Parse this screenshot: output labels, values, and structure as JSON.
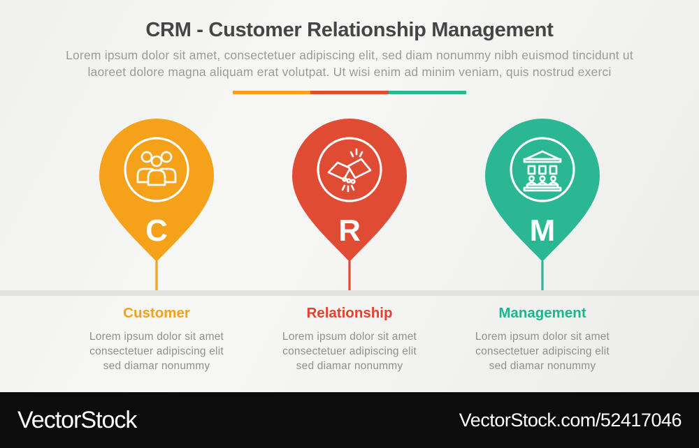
{
  "header": {
    "title": "CRM - Customer Relationship Management",
    "subtitle_line1": "Lorem ipsum dolor sit amet, consectetuer adipiscing elit, sed diam nonummy nibh euismod tincidunt ut",
    "subtitle_line2": "laoreet dolore magna aliquam erat volutpat. Ut wisi enim ad minim veniam, quis nostrud exerci",
    "divider_colors": [
      "#F5A11A",
      "#E04B33",
      "#2BB794"
    ]
  },
  "items": [
    {
      "letter": "C",
      "label": "Customer",
      "icon": "people-group-icon",
      "color": "#F5A11A",
      "description_lines": [
        "Lorem ipsum dolor sit amet",
        "consectetuer adipiscing elit",
        "sed diamar nonummy"
      ]
    },
    {
      "letter": "R",
      "label": "Relationship",
      "icon": "handshake-icon",
      "color": "#E04B33",
      "description_lines": [
        "Lorem ipsum dolor sit amet",
        "consectetuer adipiscing elit",
        "sed diamar nonummy"
      ]
    },
    {
      "letter": "M",
      "label": "Management",
      "icon": "bank-building-icon",
      "color": "#2BB794",
      "description_lines": [
        "Lorem ipsum dolor sit amet",
        "consectetuer adipiscing elit",
        "sed diamar nonummy"
      ]
    }
  ],
  "watermark": {
    "logo": "VectorStock",
    "site_ref": "VectorStock.com/52417046",
    "bar_color": "#0c0c0c"
  }
}
